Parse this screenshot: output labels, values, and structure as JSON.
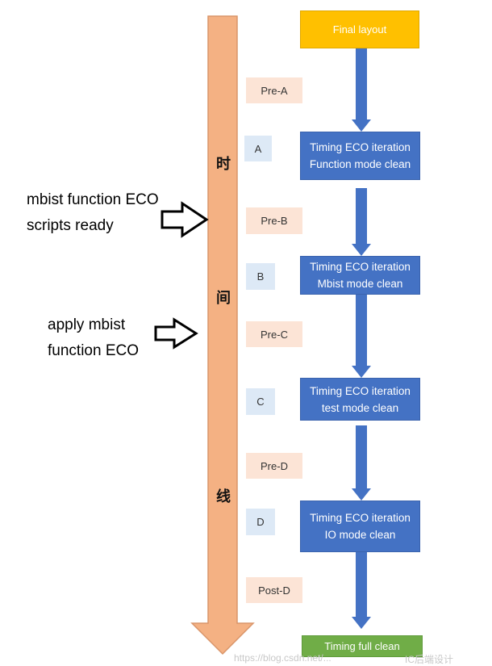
{
  "timeline": {
    "axis_chars": [
      "时",
      "间",
      "线"
    ],
    "color": "#f4b183"
  },
  "flow": {
    "final_layout": "Final layout",
    "iterations": [
      {
        "line1": "Timing ECO iteration",
        "line2": "Function mode clean"
      },
      {
        "line1": "Timing ECO iteration",
        "line2": "Mbist mode clean"
      },
      {
        "line1": "Timing ECO iteration",
        "line2": "test mode clean"
      },
      {
        "line1": "Timing ECO iteration",
        "line2": "IO mode clean"
      }
    ],
    "final_clean": "Timing full clean",
    "colors": {
      "yellow": "#ffc000",
      "blue": "#4472c4",
      "green": "#70ad47"
    }
  },
  "stages": [
    "Pre-A",
    "A",
    "Pre-B",
    "B",
    "Pre-C",
    "C",
    "Pre-D",
    "D",
    "Post-D"
  ],
  "annotations": [
    {
      "line1": "mbist function ECO",
      "line2": "scripts ready"
    },
    {
      "line1": "apply mbist",
      "line2": "function ECO"
    }
  ],
  "watermark": {
    "left": "https://blog.csdn.net/...",
    "right": "IC后端设计"
  }
}
